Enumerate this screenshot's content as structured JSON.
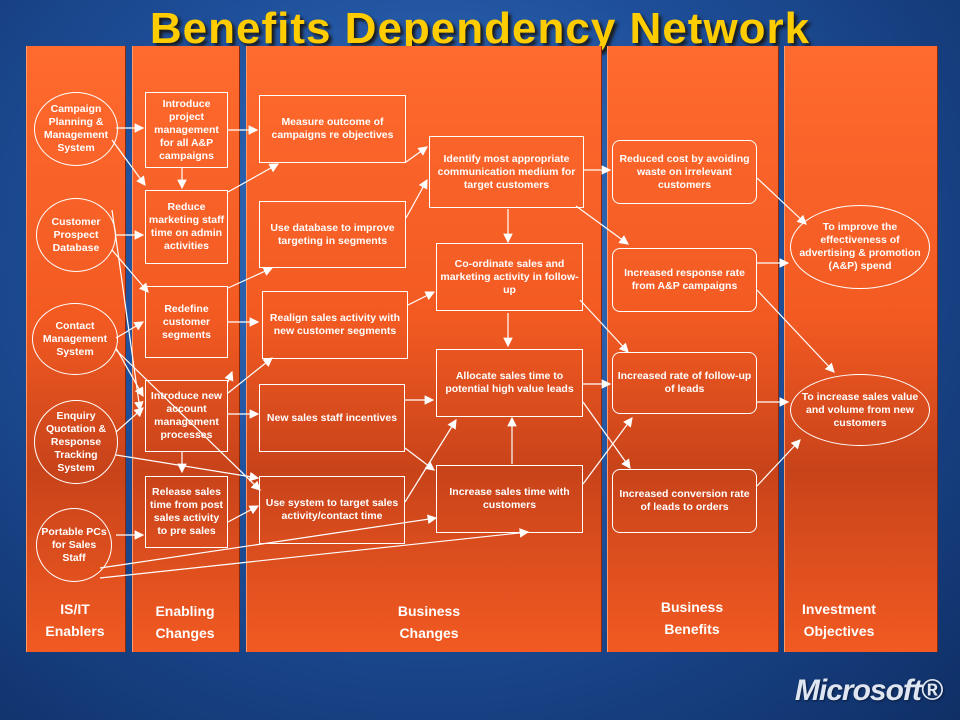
{
  "title": "Benefits Dependency Network",
  "columns": {
    "it": "IS/IT\nEnablers",
    "enabling": "Enabling\nChanges",
    "business": "Business\nChanges",
    "benefits": "Business\nBenefits",
    "objectives": "Investment\nObjectives"
  },
  "it_enablers": {
    "campaign": "Campaign Planning & Management System",
    "customer_db": "Customer Prospect Database",
    "contact": "Contact Management System",
    "enquiry": "Enquiry Quotation & Response Tracking System",
    "portable": "Portable PCs for Sales Staff"
  },
  "enabling_changes": {
    "introduce_pm": "Introduce project management for all A&P campaigns",
    "reduce_time": "Reduce marketing staff time on admin activities",
    "redefine": "Redefine customer segments",
    "new_account": "Introduce new account management processes",
    "release_time": "Release sales time from post sales activity to pre sales"
  },
  "business_changes": {
    "measure": "Measure outcome of campaigns re objectives",
    "use_database": "Use database to improve targeting in segments",
    "realign": "Realign sales activity with new customer segments",
    "new_incentives": "New sales staff incentives",
    "use_system": "Use system to target sales activity/contact time",
    "identify": "Identify most appropriate communication medium for target customers",
    "coordinate": "Co-ordinate sales and marketing activity in follow-up",
    "allocate": "Allocate sales time to potential high value leads",
    "increase_time": "Increase sales time with customers"
  },
  "benefits": {
    "reduced_cost": "Reduced cost by avoiding waste on irrelevant customers",
    "response_rate": "Increased response rate from A&P campaigns",
    "followup_rate": "Increased rate of follow-up of leads",
    "conversion_rate": "Increased conversion rate of leads to orders"
  },
  "objectives": {
    "effectiveness": "To improve the effectiveness of advertising & promotion (A&P) spend",
    "sales_volume": "To increase sales value and volume from new customers"
  },
  "logo": "Microsoft®"
}
